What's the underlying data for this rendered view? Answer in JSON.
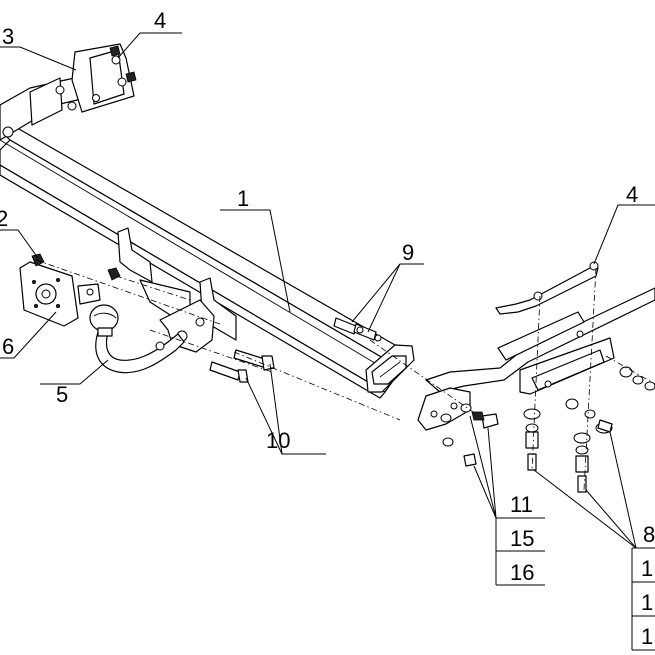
{
  "callouts": {
    "c1": "1",
    "c3": "3",
    "c4_left": "4",
    "c4_right": "4",
    "c2": "2",
    "c6": "6",
    "c5": "5",
    "c9": "9",
    "c10": "10",
    "c11": "11",
    "c15": "15",
    "c16": "16",
    "c8": "8",
    "c_right_a": "1",
    "c_right_b": "1",
    "c_right_c": "1"
  }
}
